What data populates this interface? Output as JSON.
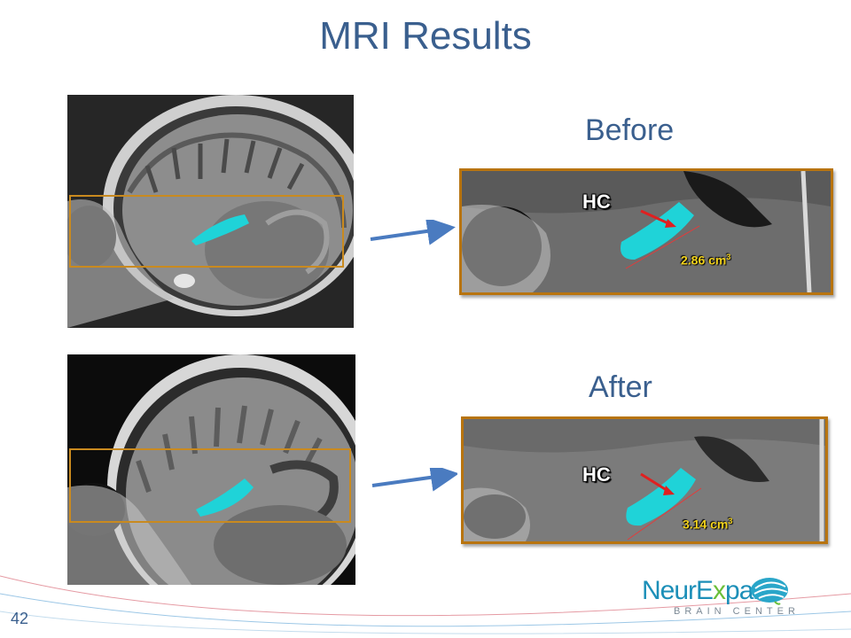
{
  "slide": {
    "title": "MRI Results",
    "page_number": "42"
  },
  "before": {
    "label": "Before",
    "hc_label": "HC",
    "volume": "2.86 cm",
    "volume_unit_sup": "3"
  },
  "after": {
    "label": "After",
    "hc_label": "HC",
    "volume": "3.14 cm",
    "volume_unit_sup": "3"
  },
  "logo": {
    "name_part1": "NeurE",
    "name_x": "x",
    "name_part2": "pand",
    "tagline": "BRAIN CENTER"
  },
  "colors": {
    "title": "#3a5f8e",
    "highlight": "#1fd3d8",
    "box_border": "#b8740f",
    "arrow": "#4a7bc0"
  }
}
